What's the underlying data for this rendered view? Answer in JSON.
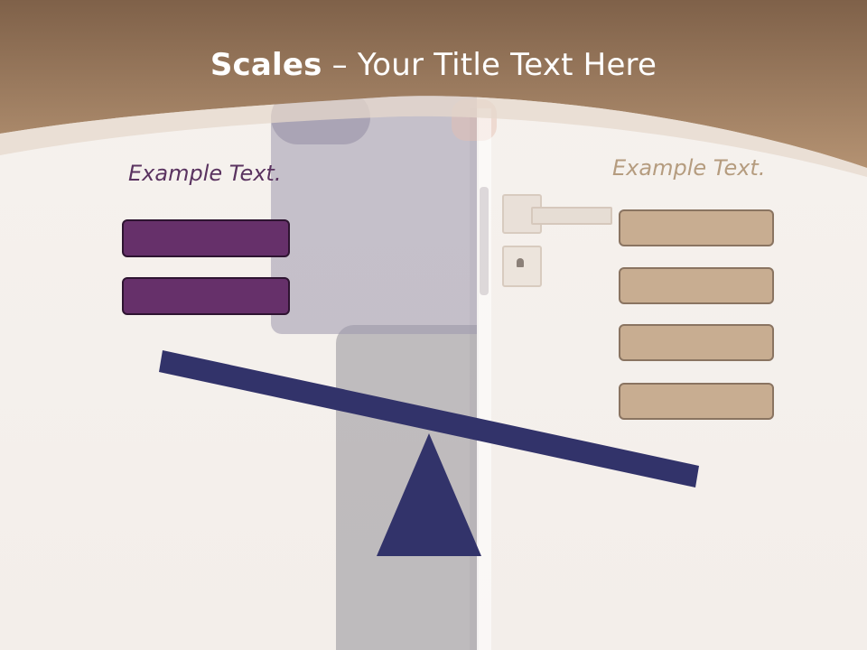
{
  "title": {
    "bold_part": "Scales",
    "rest_part": " – Your Title Text Here"
  },
  "left_panel": {
    "heading": "Example Text.",
    "box_count": 2
  },
  "right_panel": {
    "heading": "Example Text.",
    "box_count": 4
  },
  "colors": {
    "header_band": "#a98566",
    "header_band_dark": "#7f6149",
    "left_box_fill": "#66306a",
    "right_box_fill": "#c8ad91",
    "balance_navy": "#32336a",
    "left_heading": "#5a3360",
    "right_heading": "#b59c7f"
  },
  "icons": {
    "balance_beam": "tilted-bar",
    "fulcrum": "triangle"
  }
}
